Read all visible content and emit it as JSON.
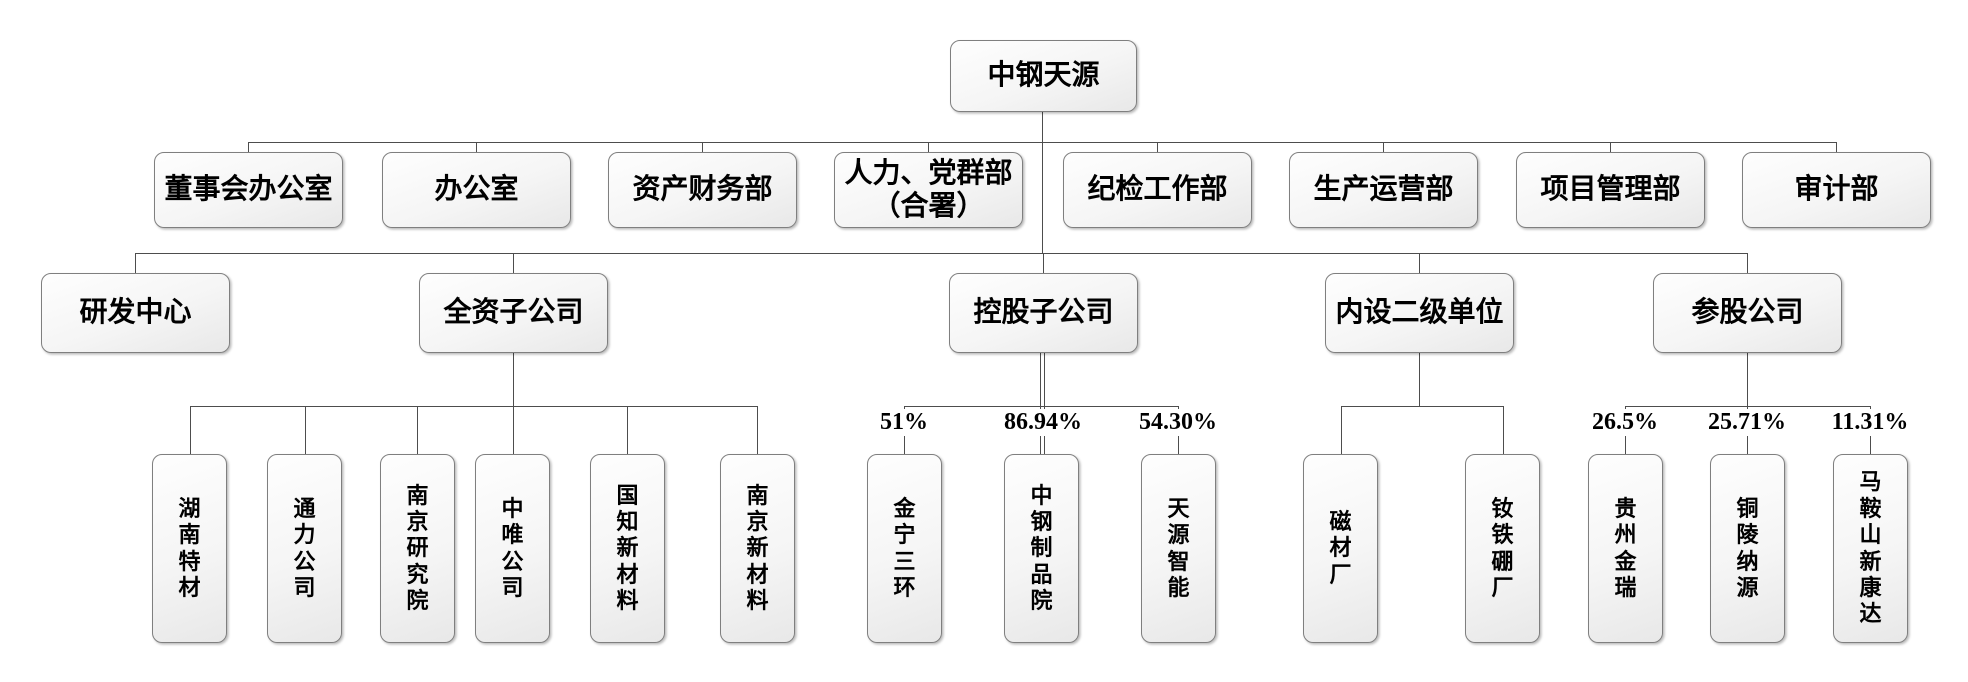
{
  "root": {
    "label": "中钢天源"
  },
  "departments": [
    {
      "label": "董事会办公室"
    },
    {
      "label": "办公室"
    },
    {
      "label": "资产财务部"
    },
    {
      "label": "人力、党群部",
      "label_line2": "（合署）"
    },
    {
      "label": "纪检工作部"
    },
    {
      "label": "生产运营部"
    },
    {
      "label": "项目管理部"
    },
    {
      "label": "审计部"
    }
  ],
  "branches": {
    "rd_center": {
      "label": "研发中心"
    },
    "wholly_owned": {
      "label": "全资子公司",
      "children": [
        {
          "label": "湖南特材"
        },
        {
          "label": "通力公司"
        },
        {
          "label": "南京研究院"
        },
        {
          "label": "中唯公司"
        },
        {
          "label": "国知新材料"
        },
        {
          "label": "南京新材料"
        }
      ]
    },
    "holding": {
      "label": "控股子公司",
      "children": [
        {
          "label": "金宁三环",
          "stake": "51%"
        },
        {
          "label": "中钢制品院",
          "stake": "86.94%"
        },
        {
          "label": "天源智能",
          "stake": "54.30%"
        }
      ]
    },
    "internal_units": {
      "label": "内设二级单位",
      "children": [
        {
          "label": "磁材厂"
        },
        {
          "label": "钕铁硼厂"
        }
      ]
    },
    "equity": {
      "label": "参股公司",
      "children": [
        {
          "label": "贵州金瑞",
          "stake": "26.5%"
        },
        {
          "label": "铜陵纳源",
          "stake": "25.71%"
        },
        {
          "label": "马鞍山新康达",
          "stake": "11.31%"
        }
      ]
    }
  },
  "colors": {
    "background": "#ffffff",
    "box_border": "#7f7f7f",
    "box_fill_top": "#fefefe",
    "box_fill_bottom": "#e8e8e8",
    "connector": "#4d4d4d",
    "text": "#000000"
  }
}
